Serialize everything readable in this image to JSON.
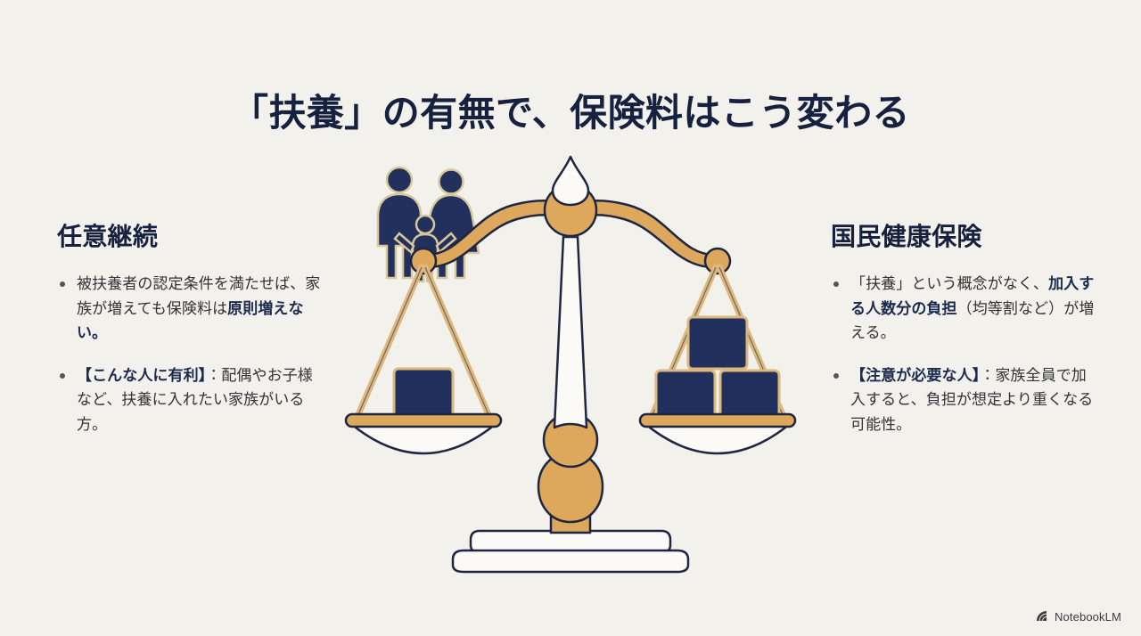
{
  "slide": {
    "title": "「扶養」の有無で、保険料はこう変わる",
    "background_color": "#f2f1ec",
    "title_color": "#16213f"
  },
  "columns": {
    "left": {
      "heading": "任意継続",
      "bullets": [
        {
          "parts": [
            {
              "text": "被扶養者の認定条件を満たせば、家族が増えても保険料は",
              "bold": false
            },
            {
              "text": "原則増えない。",
              "bold": true
            }
          ]
        },
        {
          "parts": [
            {
              "text": "【こんな人に有利】",
              "bold": true
            },
            {
              "text": "：配偶やお子様など、扶養に入れたい家族がいる方。",
              "bold": false
            }
          ]
        }
      ]
    },
    "right": {
      "heading": "国民健康保険",
      "bullets": [
        {
          "parts": [
            {
              "text": "「扶養」という概念がなく、",
              "bold": false
            },
            {
              "text": "加入する人数分の負担",
              "bold": true
            },
            {
              "text": "（均等割など）が増える。",
              "bold": false
            }
          ]
        },
        {
          "parts": [
            {
              "text": "【注意が必要な人】",
              "bold": true
            },
            {
              "text": "：家族全員で加入すると、負担が想定より重くなる可能性。",
              "bold": false
            }
          ]
        }
      ]
    }
  },
  "illustration": {
    "name": "balance-scale-illustration",
    "colors": {
      "gold": "#dda75c",
      "gold_light": "#e3b472",
      "navy": "#21305c",
      "outline": "#1e2642",
      "white": "#fbfaf7"
    },
    "family_icon": {
      "name": "family-icon",
      "figures": [
        "father",
        "child",
        "mother"
      ],
      "color": "#21305c"
    },
    "left_pan": {
      "name": "left-scale-pan",
      "block_count": 1,
      "meaning": "任意継続"
    },
    "right_pan": {
      "name": "right-scale-pan",
      "block_count": 3,
      "meaning": "国民健康保険"
    }
  },
  "footer": {
    "brand": "NotebookLM",
    "icon": "notebooklm-logo-icon"
  }
}
